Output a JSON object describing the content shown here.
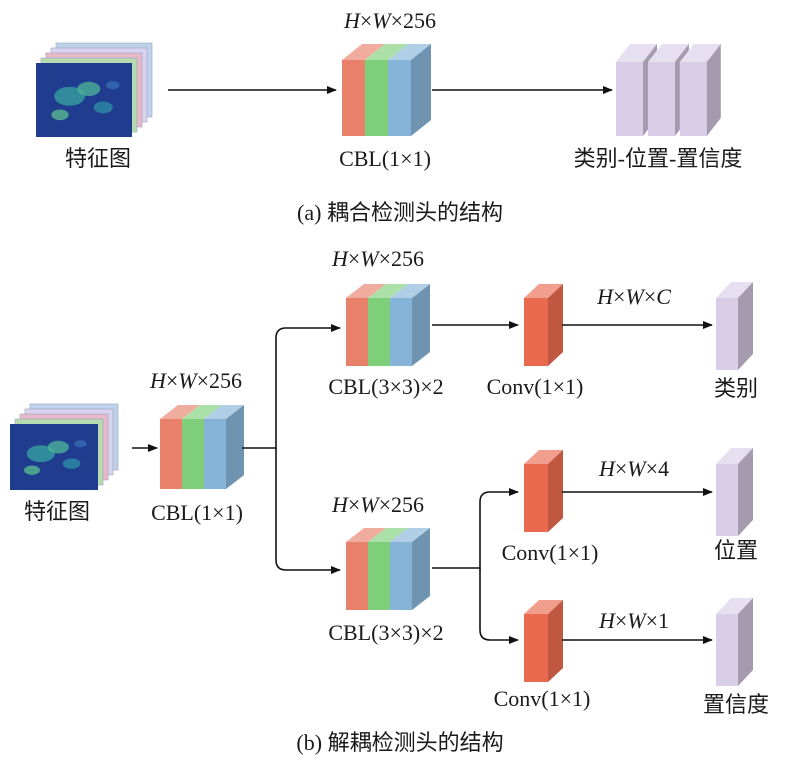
{
  "colors": {
    "cbl_red": "#e8806a",
    "cbl_green": "#7fcf7a",
    "cbl_blue": "#86b4d8",
    "conv_red": "#e96a4f",
    "output_purple": "#d9cde8",
    "fmap_blue": "#1f3c8f",
    "fmap_green": "#b7dbb0",
    "fmap_pink": "#e8b9c9",
    "fmap_lavender": "#d9d3f0",
    "fmap_lightblue": "#bfd2ec",
    "arrow": "#111111"
  },
  "panel_a": {
    "feature_map_label": "特征图",
    "dim_label": {
      "H": "H",
      "times1": "×",
      "W": "W",
      "rest": "×256"
    },
    "cbl_label": "CBL(1×1)",
    "output_label": "类别-位置-置信度",
    "caption": "(a) 耦合检测头的结构"
  },
  "panel_b": {
    "feature_map_label": "特征图",
    "cbl_label": "CBL(1×1)",
    "dim_cbl": {
      "H": "H",
      "times1": "×",
      "W": "W",
      "rest": "×256"
    },
    "top_branch": {
      "dim": {
        "H": "H",
        "times1": "×",
        "W": "W",
        "rest": "×256"
      },
      "cbl_label": "CBL(3×3)×2",
      "conv_label": "Conv(1×1)",
      "conv_dim": {
        "H": "H",
        "times1": "×",
        "W": "W",
        "times2": "×",
        "C": "C"
      },
      "output_label": "类别"
    },
    "bottom_branch": {
      "dim": {
        "H": "H",
        "times1": "×",
        "W": "W",
        "rest": "×256"
      },
      "cbl_label": "CBL(3×3)×2",
      "conv_pos_label": "Conv(1×1)",
      "conv_pos_dim": {
        "H": "H",
        "times1": "×",
        "W": "W",
        "rest": "×4"
      },
      "pos_output_label": "位置",
      "conv_conf_label": "Conv(1×1)",
      "conv_conf_dim": {
        "H": "H",
        "times1": "×",
        "W": "W",
        "rest": "×1"
      },
      "conf_output_label": "置信度"
    },
    "caption": "(b) 解耦检测头的结构"
  }
}
